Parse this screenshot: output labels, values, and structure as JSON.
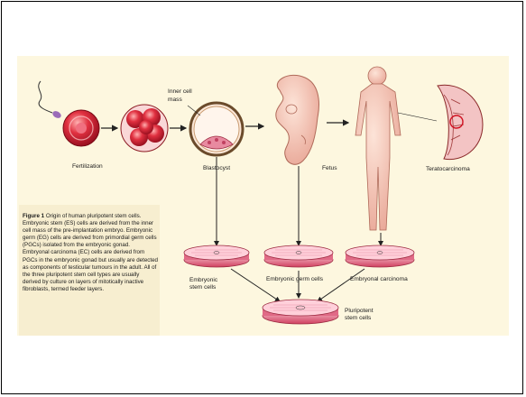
{
  "labels": {
    "inner_cell_mass": [
      "Inner cell",
      "mass"
    ],
    "fertilization": "Fertilization",
    "blastocyst": "Blastocyst",
    "fetus": "Fetus",
    "teratocarcinoma": "Teratocarcinoma",
    "embryonic_stem_cells": [
      "Embryonic",
      "stem cells"
    ],
    "embryonic_germ_cells": "Embryonic germ cells",
    "embryonal_carcinoma": "Embryonal carcinoma",
    "pluripotent_stem_cells": [
      "Pluripotent",
      "stem cells"
    ]
  },
  "caption": {
    "title": "Figure 1",
    "text": "Origin of human pluripotent stem cells. Embryonic stem (ES) cells are derived from the inner cell mass of the pre-implantation embryo. Embryonic germ (EG) cells are derived from primordial germ cells (PGCs) isolated from the embryonic gonad. Embryonal carcinoma (EC) cells are derived from PGCs in the embryonic gonad but usually are detected as components of testicular tumours in the adult. All of the three pluripotent stem cell types are usually derived by culture on layers of mitotically inactive fibroblasts, termed feeder layers."
  },
  "colors": {
    "panel": "#fdf7df",
    "caption_bg": "#f7eed0",
    "cell_red": "#d8202f",
    "dish_pink": "#f0a0b0",
    "skin": "#f7c8b8",
    "arrow": "#222222"
  }
}
